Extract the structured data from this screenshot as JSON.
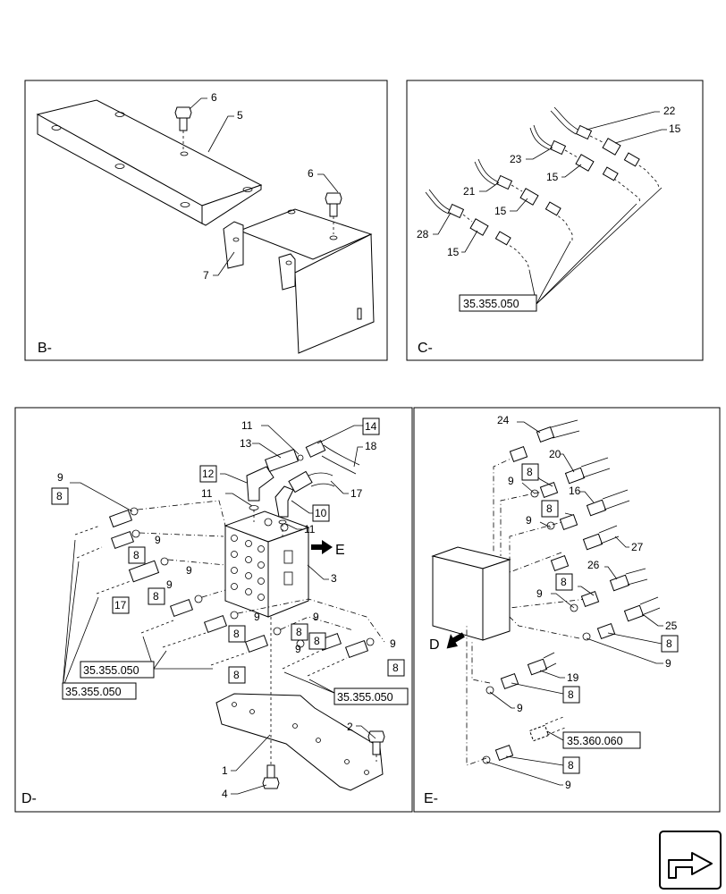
{
  "views": {
    "B": {
      "label": "B-",
      "callouts": [
        "6",
        "5",
        "6",
        "7"
      ]
    },
    "C": {
      "label": "C-",
      "callouts": [
        "22",
        "15",
        "23",
        "15",
        "21",
        "15",
        "28",
        "15"
      ],
      "refs": [
        "35.355.050"
      ]
    },
    "D": {
      "label": "D-",
      "callouts": [
        "11",
        "13",
        "14",
        "18",
        "12",
        "9",
        "8",
        "11",
        "17",
        "10",
        "8",
        "9",
        "E",
        "3",
        "9",
        "11",
        "9",
        "9",
        "17",
        "8",
        "9",
        "8",
        "8",
        "9",
        "9",
        "8",
        "8",
        "8",
        "2",
        "1",
        "4"
      ],
      "refs": [
        "35.355.050",
        "35.355.050",
        "35.355.050"
      ]
    },
    "E": {
      "label": "E-",
      "callouts": [
        "24",
        "20",
        "8",
        "9",
        "16",
        "8",
        "9",
        "27",
        "26",
        "9",
        "8",
        "25",
        "D",
        "8",
        "9",
        "19",
        "8",
        "9",
        "8",
        "9"
      ],
      "refs": [
        "35.360.060"
      ]
    }
  }
}
